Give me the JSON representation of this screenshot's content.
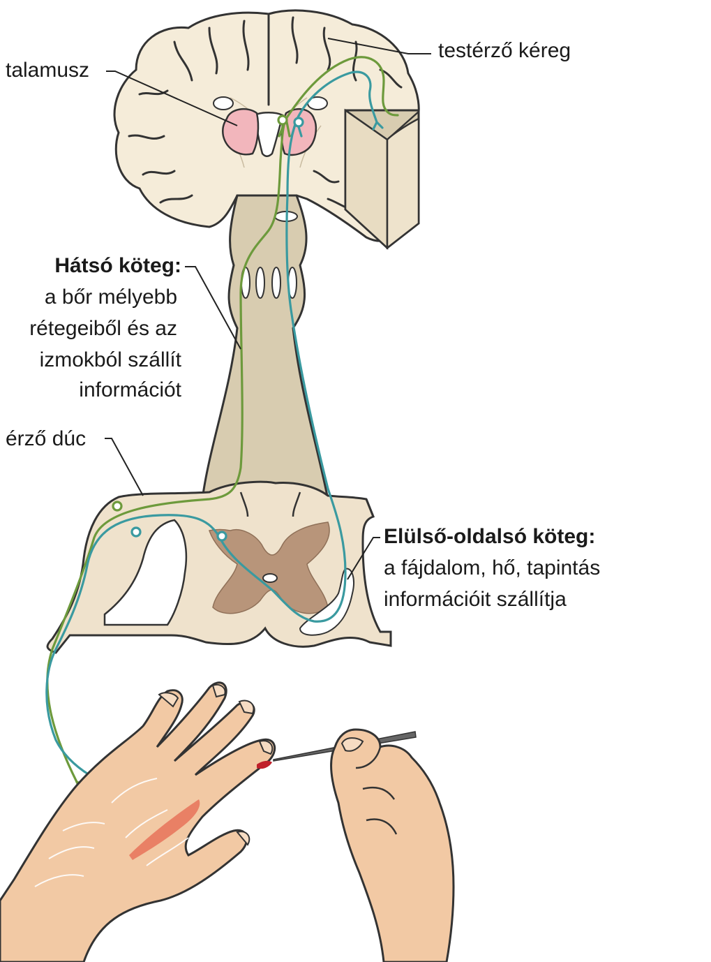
{
  "labels": {
    "somatosensory_cortex": "testérző kéreg",
    "thalamus": "talamusz",
    "dorsal_column_title": "Hátsó köteg:",
    "dorsal_column_line1": "a bőr mélyebb",
    "dorsal_column_line2": "rétegeiből és az",
    "dorsal_column_line3": "izmokból szállít",
    "dorsal_column_line4": "információt",
    "ganglion": "érző dúc",
    "anterolateral_title": "Elülső-oldalsó köteg:",
    "anterolateral_line1": "a fájdalom, hő, tapintás",
    "anterolateral_line2": "információit szállítja"
  },
  "colors": {
    "dorsal_pathway": "#6d9a3c",
    "anterolateral_pathway": "#3a9aa0",
    "brain_tissue": "#f5ecd9",
    "brainstem": "#d8ccb0",
    "grey_matter": "#b8957a",
    "thalamus": "#f2b6bc",
    "skin": "#f2c9a4",
    "muscle": "#e8735a"
  }
}
